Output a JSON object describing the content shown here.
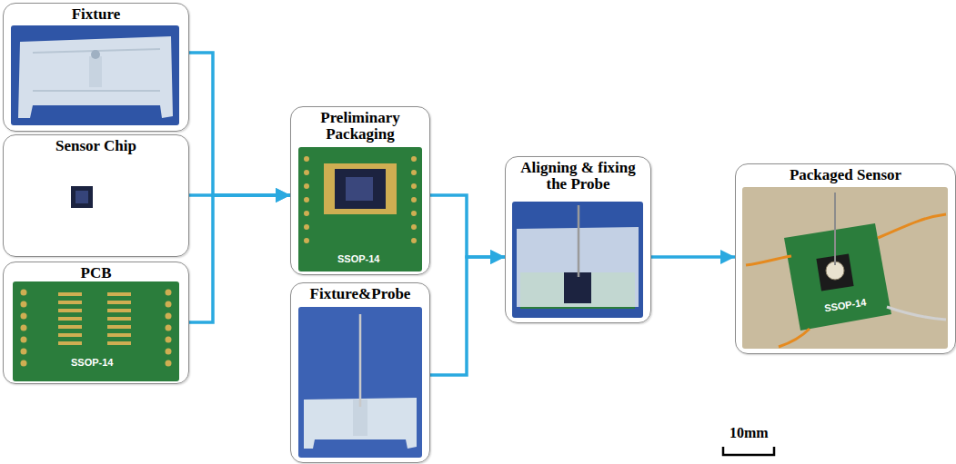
{
  "diagram": {
    "nodes": [
      {
        "text": [
          "Fixture"
        ]
      },
      {
        "text": [
          "Sensor Chip"
        ]
      },
      {
        "text": [
          "PCB"
        ]
      },
      {
        "text": [
          "Preliminary Packaging"
        ]
      },
      {
        "text": [
          "Fixture&Probe"
        ]
      },
      {
        "text": [
          "Aligning & fixing the Probe"
        ]
      },
      {
        "text": [
          "Packaged Sensor"
        ]
      }
    ],
    "edges": [
      {
        "from": 0,
        "to": 3,
        "arrow": "to"
      },
      {
        "from": 1,
        "to": 3,
        "arrow": "to"
      },
      {
        "from": 2,
        "to": 3,
        "arrow": "to"
      },
      {
        "from": 3,
        "to": 5,
        "arrow": "to"
      },
      {
        "from": 4,
        "to": 5,
        "arrow": "to"
      },
      {
        "from": 5,
        "to": 6,
        "arrow": "to"
      }
    ],
    "labels": [
      "SSOP-14",
      "SSOP-14",
      "SSOP-14",
      "10mm"
    ]
  }
}
